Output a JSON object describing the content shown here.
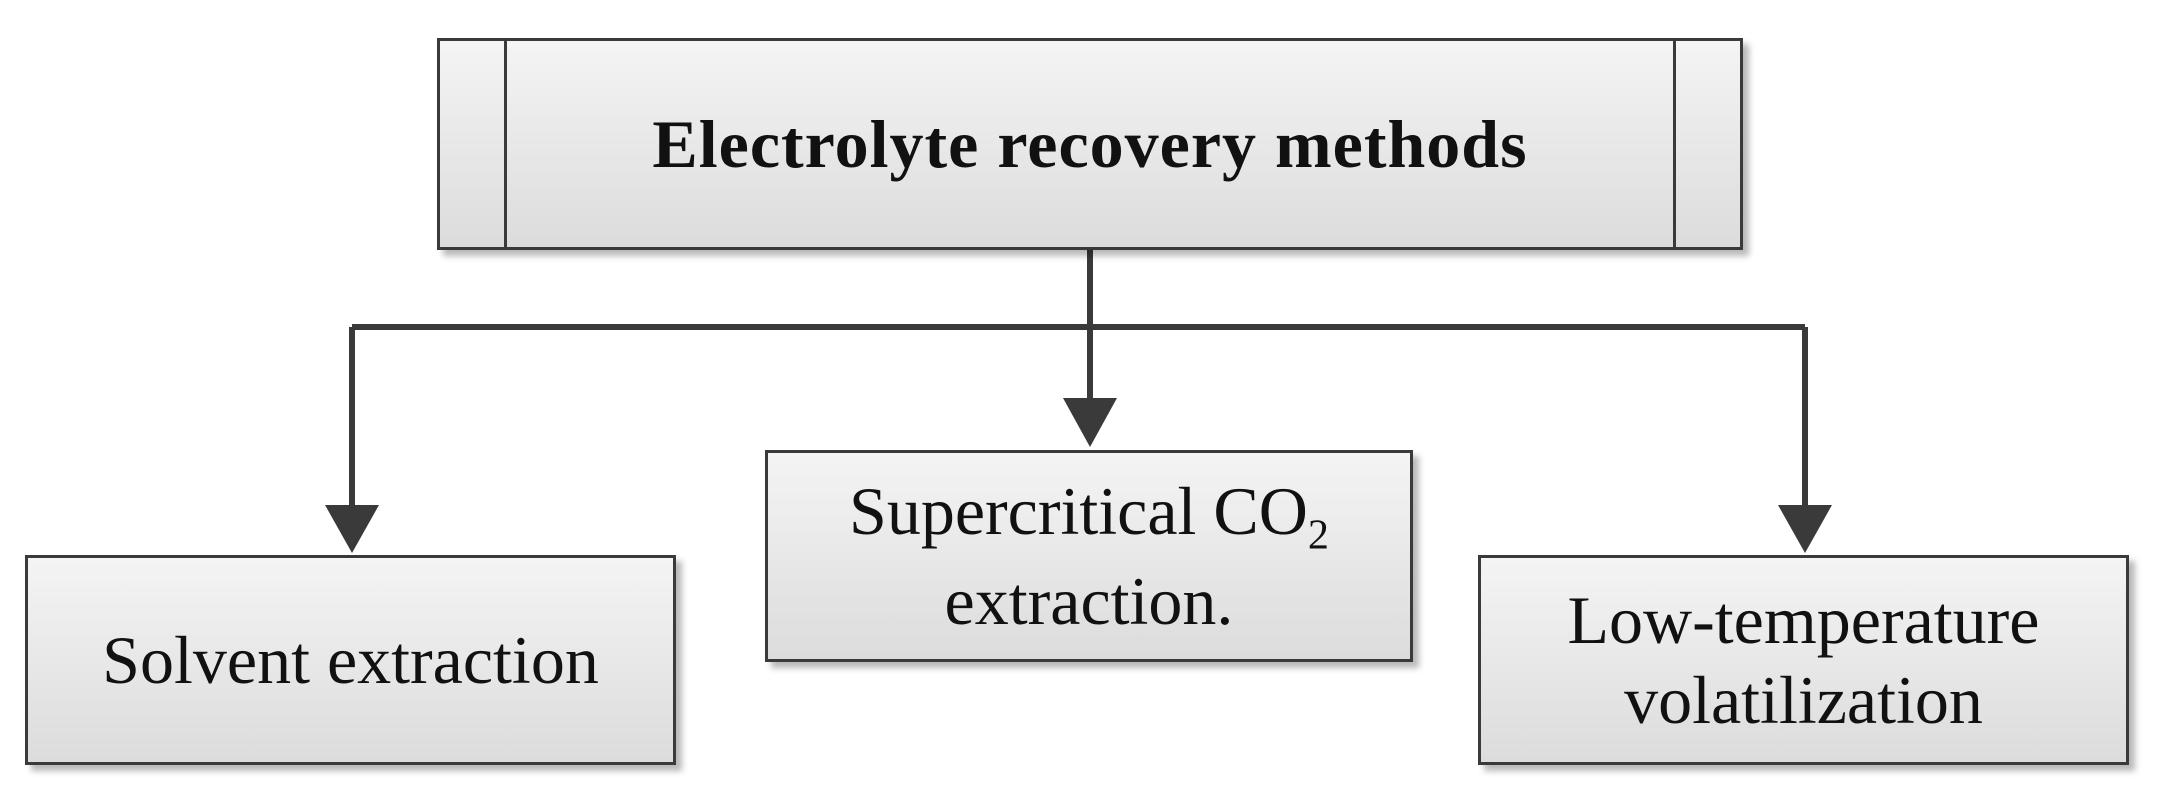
{
  "root": {
    "label": "Electrolyte recovery methods"
  },
  "methods": [
    {
      "line1": "Solvent extraction"
    },
    {
      "line1_main": "Supercritical CO",
      "line1_sub": "2",
      "line2": "extraction."
    },
    {
      "line1": "Low-temperature",
      "line2": "volatilization"
    }
  ],
  "colors": {
    "stroke": "#3a3a3a",
    "box_fill_top": "#f4f4f4",
    "box_fill_bottom": "#dcdcdc"
  }
}
